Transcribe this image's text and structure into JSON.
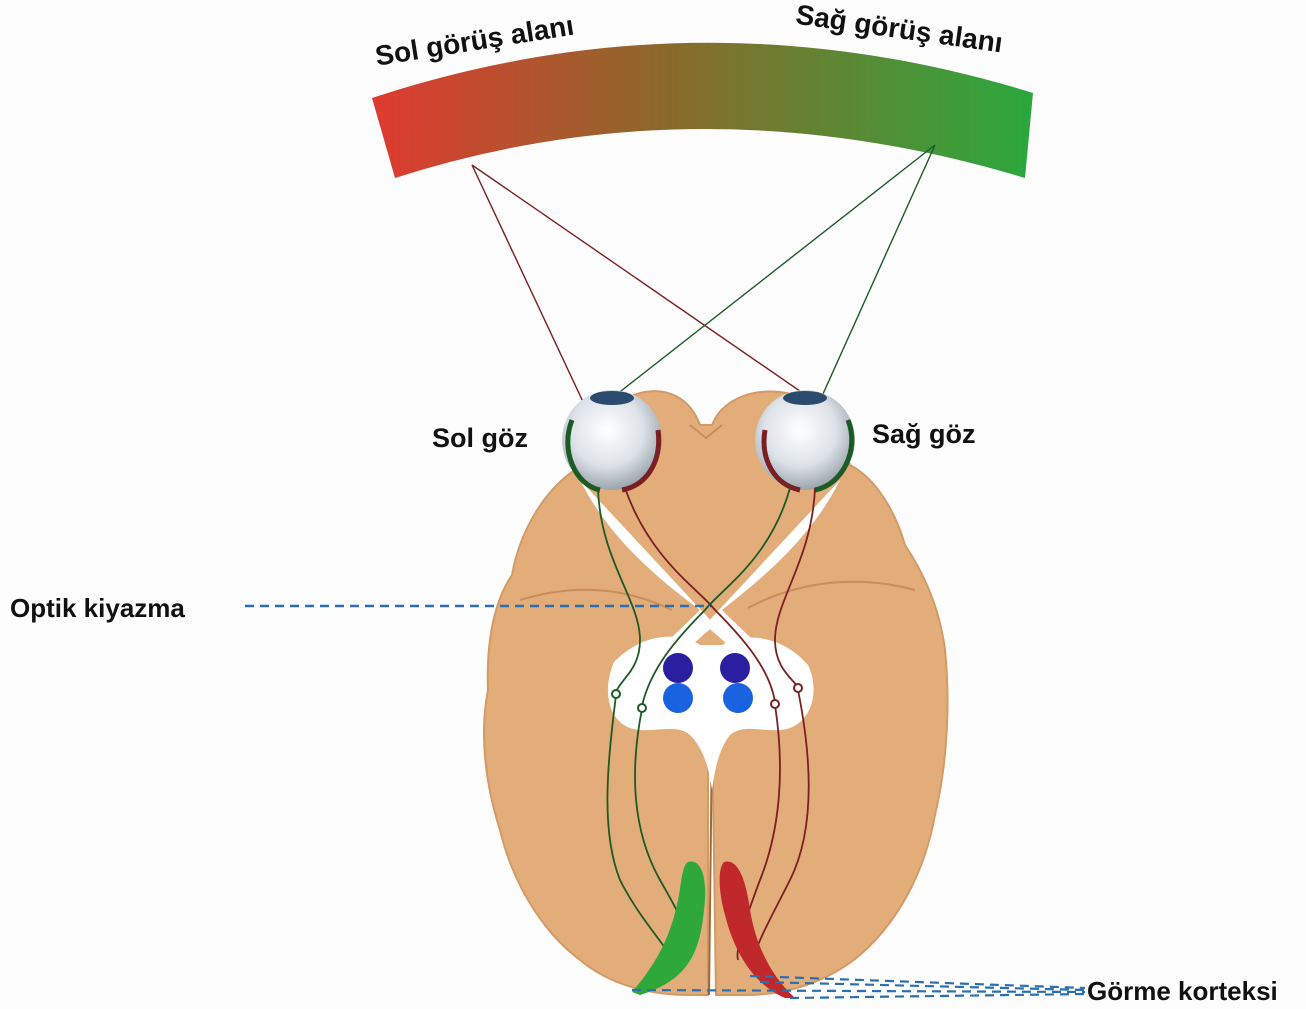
{
  "labels": {
    "left_field": "Sol görüş alanı",
    "right_field": "Sağ görüş alanı",
    "left_eye": "Sol göz",
    "right_eye": "Sağ göz",
    "optic_chiasm": "Optik kiyazma",
    "visual_cortex": "Görme korteksi"
  },
  "colors": {
    "left_field": "#e03a30",
    "right_field": "#2aa83c",
    "brain": "#e3ad7a",
    "brain_dark": "#cf9560",
    "nerve_left": "#1c5a26",
    "nerve_right": "#7a1f22",
    "cortex_left": "#2fa83a",
    "cortex_right": "#c0282c",
    "nucleus_top": "#2a1fa0",
    "nucleus_bottom": "#1a63e0",
    "leader_line": "#2a6fb0",
    "white_tract": "#ffffff"
  }
}
